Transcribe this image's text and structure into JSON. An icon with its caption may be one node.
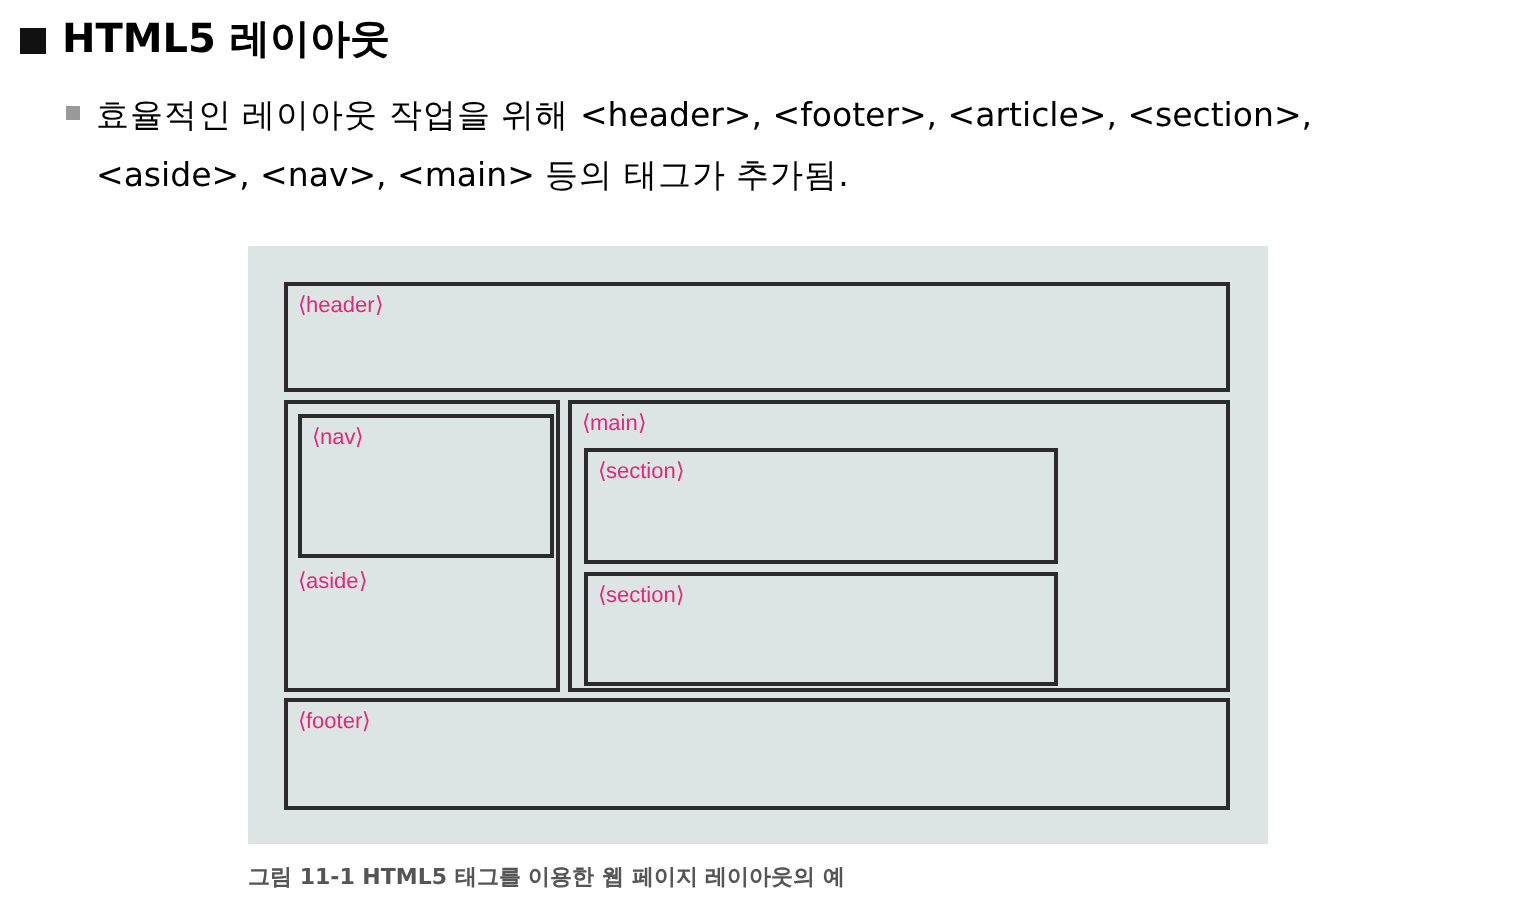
{
  "diagram": {
    "title": "HTML5 레이아웃",
    "caption": "그림 11-1 HTML5 태그를 이용한 웹 페이지 레이아웃의 예",
    "nodes": [
      {
        "text": [
          "⟨header⟩"
        ]
      },
      {
        "text": [
          "⟨aside⟩"
        ]
      },
      {
        "text": [
          "⟨nav⟩"
        ],
        "in": 1
      },
      {
        "text": [
          "⟨main⟩"
        ]
      },
      {
        "text": [
          "⟨section⟩"
        ],
        "in": 3
      },
      {
        "text": [
          "⟨section⟩"
        ],
        "in": 3
      },
      {
        "text": [
          "⟨footer⟩"
        ]
      }
    ],
    "edges": [],
    "labels": [
      "효율적인 레이아웃 작업을 위해 <header>, <footer>, <article>, <section>, <aside>, <nav>, <main> 등의 태그가 추가됨."
    ]
  }
}
